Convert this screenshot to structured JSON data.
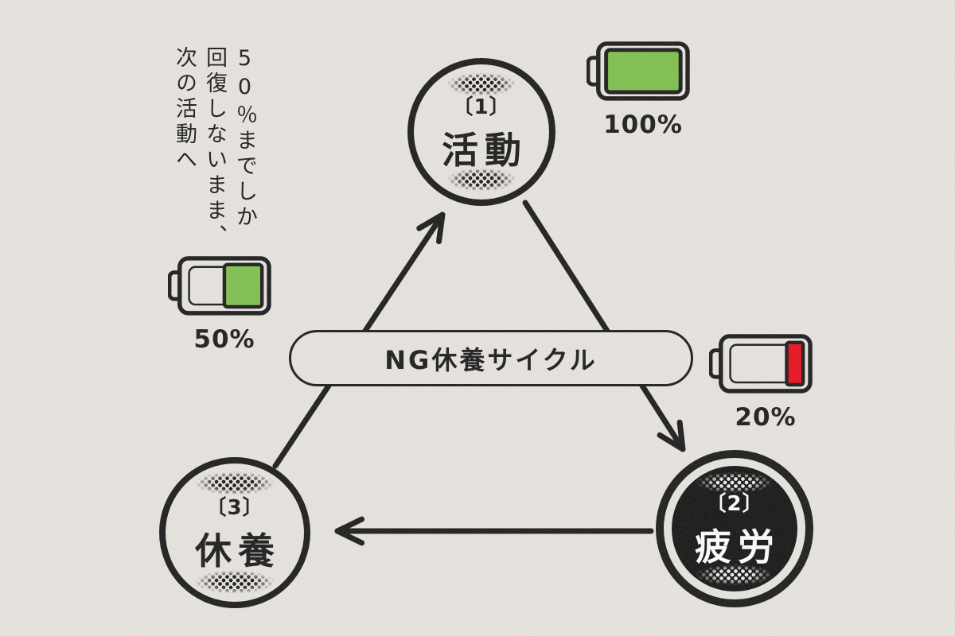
{
  "canvas": {
    "paper_color": "#e9e6e1",
    "ink_color": "#1b1b1b"
  },
  "side_note": {
    "text": "50％までしか\n回復しないまま、\n次の活動へ"
  },
  "center_pill": {
    "label": "NG休養サイクル"
  },
  "nodes": {
    "activity": {
      "number": "〔1〕",
      "label": "活動"
    },
    "fatigue": {
      "number": "〔2〕",
      "label": "疲労"
    },
    "rest": {
      "number": "〔3〕",
      "label": "休養"
    }
  },
  "batteries": {
    "full": {
      "percent": "100%",
      "fill_color": "#7fc14f"
    },
    "half": {
      "percent": "50%",
      "fill_color": "#7fc14f"
    },
    "low": {
      "percent": "20%",
      "fill_color": "#e90f1d"
    }
  }
}
